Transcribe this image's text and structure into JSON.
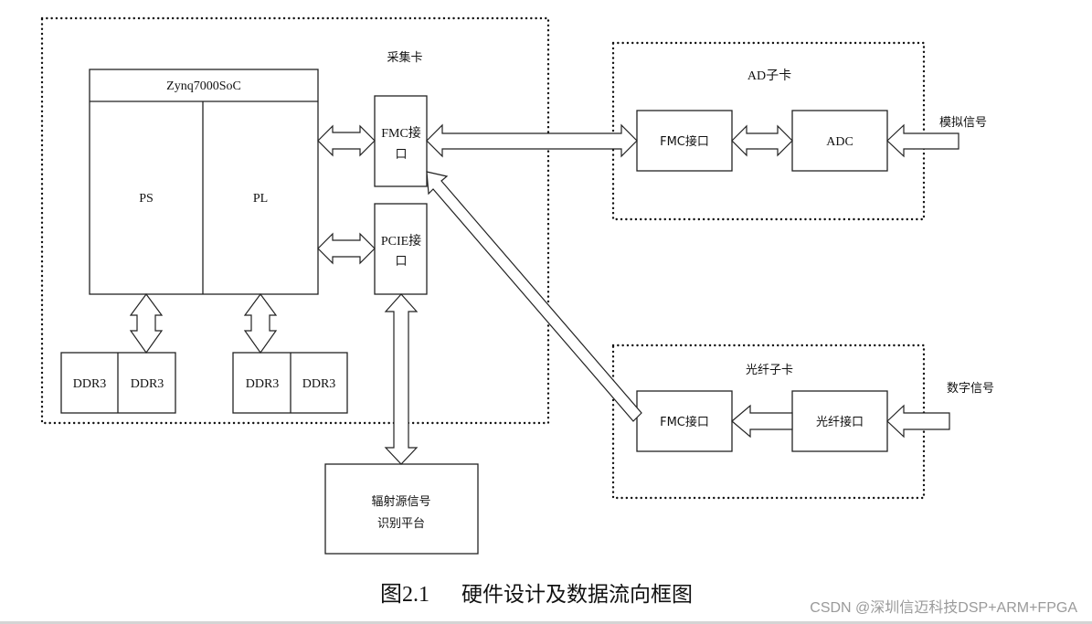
{
  "diagram": {
    "acquisition_card": {
      "title": "采集卡",
      "soc": {
        "title": "Zynq7000SoC",
        "ps_label": "PS",
        "pl_label": "PL"
      },
      "fmc_interface": {
        "line1": "FMC接",
        "line2": "口"
      },
      "pcie_interface": {
        "line1": "PCIE接",
        "line2": "口"
      },
      "ddr_left": [
        "DDR3",
        "DDR3"
      ],
      "ddr_right": [
        "DDR3",
        "DDR3"
      ]
    },
    "ad_card": {
      "title": "AD子卡",
      "fmc_label": "FMC接口",
      "adc_label": "ADC",
      "input_signal": "模拟信号"
    },
    "fiber_card": {
      "title": "光纤子卡",
      "fmc_label": "FMC接口",
      "fiber_label": "光纤接口",
      "input_signal": "数字信号"
    },
    "platform": {
      "line1": "辐射源信号",
      "line2": "识别平台"
    }
  },
  "caption": {
    "number": "图2.1",
    "text": "硬件设计及数据流向框图"
  },
  "watermark": "CSDN @深圳信迈科技DSP+ARM+FPGA"
}
